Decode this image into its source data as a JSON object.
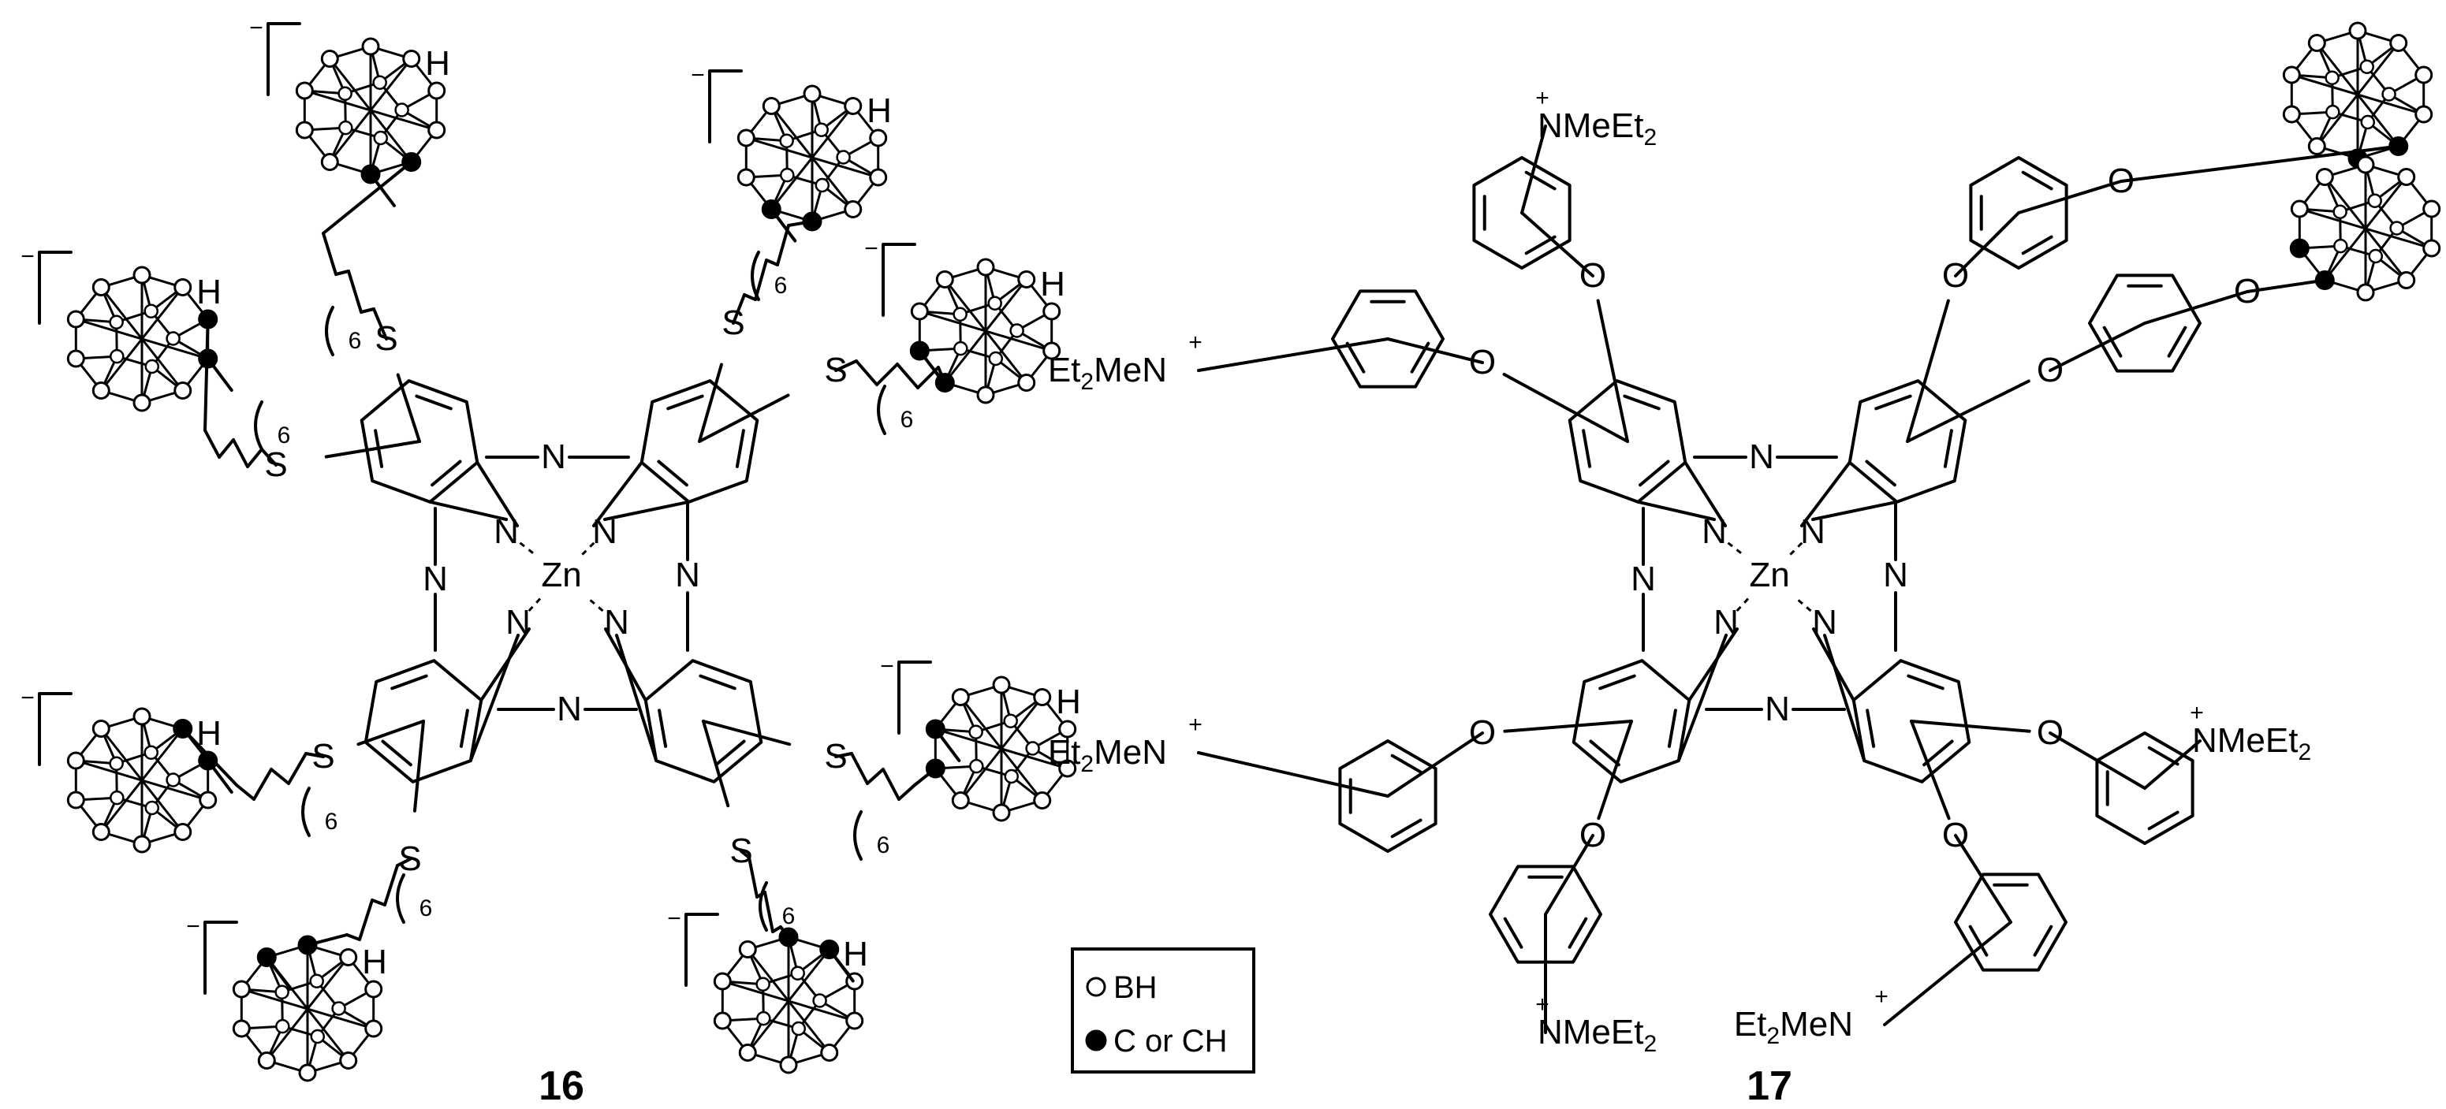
{
  "compounds": [
    {
      "id": "16",
      "label": "16",
      "metal": "Zn",
      "ring_n": "N",
      "thio": "S",
      "chain_n": "6",
      "h": "H",
      "anion": "−"
    },
    {
      "id": "17",
      "label": "17",
      "metal": "Zn",
      "ring_n": "N",
      "oxy": "O",
      "cation_group": "NMeEt₂",
      "cation_group_rev": "Et₂MeN",
      "cation_charge": "+"
    }
  ],
  "legend": {
    "items": [
      {
        "symbol": "open-circle",
        "text": "BH"
      },
      {
        "symbol": "filled-circle",
        "text": "C or CH"
      }
    ]
  },
  "colors": {
    "ink": "#000000",
    "background": "#ffffff"
  }
}
